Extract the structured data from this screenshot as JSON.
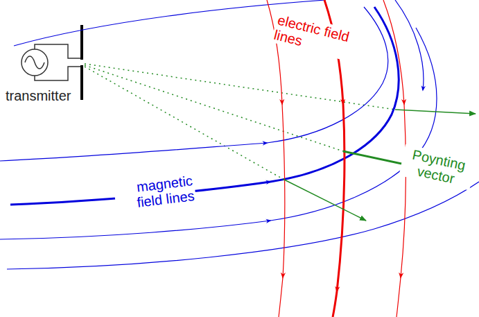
{
  "diagram": {
    "labels": [
      "transmitter",
      "electric field lines",
      "magnetic field lines",
      "Poynting vector"
    ]
  }
}
